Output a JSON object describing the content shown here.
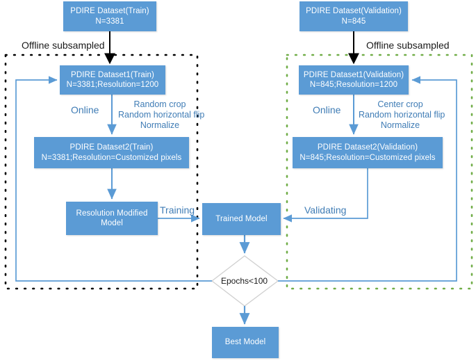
{
  "diagram": {
    "title": "Training and validation pipeline flowchart",
    "colors": {
      "node_fill": "#5b9bd5",
      "node_text": "#ffffff",
      "arrow_blue": "#5b9bd5",
      "arrow_black": "#000000",
      "train_border": "#000000",
      "validation_border": "#70ad47",
      "label_blue": "#3f7cb5",
      "label_dark": "#1a1a1a",
      "diamond_stroke": "#bfbfbf",
      "background": "#ffffff"
    },
    "nodes": {
      "train_dataset": {
        "line1": "PDIRE Dataset(Train)",
        "line2": "N=3381"
      },
      "validation_dataset": {
        "line1": "PDIRE Dataset(Validation)",
        "line2": "N=845"
      },
      "train_dataset1": {
        "line1": "PDIRE Dataset1(Train)",
        "line2": "N=3381;Resolution=1200"
      },
      "validation_dataset1": {
        "line1": "PDIRE Dataset1(Validation)",
        "line2": "N=845;Resolution=1200"
      },
      "train_dataset2": {
        "line1": "PDIRE Dataset2(Train)",
        "line2": "N=3381;Resolution=Customized pixels"
      },
      "validation_dataset2": {
        "line1": "PDIRE Dataset2(Validation)",
        "line2": "N=845;Resolution=Customized pixels"
      },
      "resolution_modified_model": {
        "line1": "Resolution Modified",
        "line2": "Model"
      },
      "trained_model": {
        "line1": "Trained Model",
        "line2": ""
      },
      "best_model": {
        "line1": "Best Model",
        "line2": ""
      },
      "decision": {
        "line1": "Epochs<100"
      }
    },
    "labels": {
      "offline_subsampled_left": "Offline subsampled",
      "offline_subsampled_right": "Offline subsampled",
      "online_left": "Online",
      "online_right": "Online",
      "train_augment": {
        "line1": "Random crop",
        "line2": "Random horizontal flip",
        "line3": "Normalize"
      },
      "validation_augment": {
        "line1": "Center crop",
        "line2": "Random horizontal flip",
        "line3": "Normalize"
      },
      "training": "Training",
      "validating": "Validating"
    }
  }
}
